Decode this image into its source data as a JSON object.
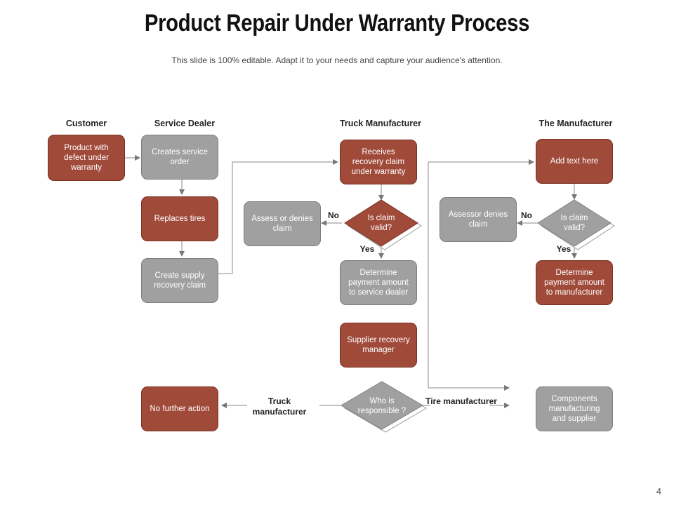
{
  "title": "Product Repair Under Warranty Process",
  "subtitle": "This slide is 100% editable. Adapt it to your needs and capture your audience's attention.",
  "columns": {
    "customer": "Customer",
    "service_dealer": "Service Dealer",
    "truck_manufacturer": "Truck Manufacturer",
    "the_manufacturer": "The Manufacturer"
  },
  "boxes": {
    "product_defect": "Product with defect under warranty",
    "creates_service_order": "Creates service order",
    "replaces_tires": "Replaces tires",
    "create_supply_claim": "Create supply recovery claim",
    "receives_claim": "Receives recovery claim under warranty",
    "assess_denies_1": "Assess or denies claim",
    "determine_payment_dealer": "Determine payment amount to service dealer",
    "supplier_recovery": "Supplier recovery manager",
    "add_text": "Add text here",
    "assessor_denies_2": "Assessor denies claim",
    "determine_payment_manufacturer": "Determine payment amount to manufacturer",
    "no_further_action": "No further action",
    "components_supplier": "Components manufacturing and supplier"
  },
  "diamonds": {
    "claim_valid_1": "Is claim valid?",
    "claim_valid_2": "Is claim valid?",
    "who_responsible": "Who is responsible ?"
  },
  "labels": {
    "no_1": "No",
    "yes_1": "Yes",
    "no_2": "No",
    "yes_2": "Yes",
    "truck_manufacturer_branch": "Truck manufacturer",
    "tire_manufacturer_branch": "Tire manufacturer"
  },
  "colors": {
    "accent_red": "#a04a3a",
    "neutral_gray": "#a0a0a0",
    "connector": "#777777"
  },
  "page_number": "4"
}
